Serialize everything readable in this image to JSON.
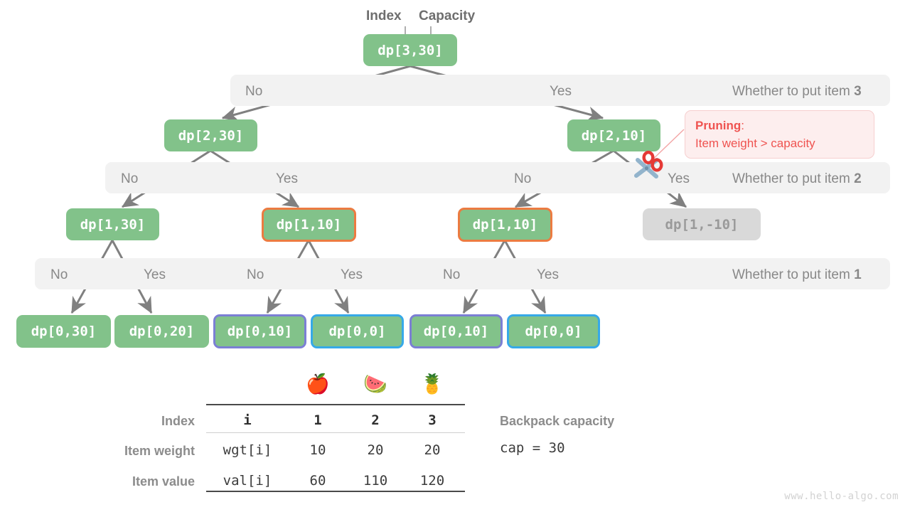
{
  "annotations": {
    "index_label": "Index",
    "capacity_label": "Capacity"
  },
  "tree": {
    "root": {
      "label": "dp[3,30]"
    },
    "level2": [
      {
        "label": "dp[2,30]"
      },
      {
        "label": "dp[2,10]"
      }
    ],
    "level3": [
      {
        "label": "dp[1,30]",
        "style": "plain"
      },
      {
        "label": "dp[1,10]",
        "style": "orange"
      },
      {
        "label": "dp[1,10]",
        "style": "orange"
      },
      {
        "label": "dp[1,-10]",
        "style": "dim"
      }
    ],
    "leaves": [
      {
        "label": "dp[0,30]",
        "style": "plain"
      },
      {
        "label": "dp[0,20]",
        "style": "plain"
      },
      {
        "label": "dp[0,10]",
        "style": "purple"
      },
      {
        "label": "dp[0,0]",
        "style": "blue"
      },
      {
        "label": "dp[0,10]",
        "style": "purple"
      },
      {
        "label": "dp[0,0]",
        "style": "blue"
      }
    ]
  },
  "bands": [
    {
      "question_prefix": "Whether to put item ",
      "question_item": "3",
      "choices": [
        "No",
        "Yes"
      ]
    },
    {
      "question_prefix": "Whether to put item ",
      "question_item": "2",
      "choices": [
        "No",
        "Yes",
        "No",
        "Yes"
      ]
    },
    {
      "question_prefix": "Whether to put item ",
      "question_item": "1",
      "choices": [
        "No",
        "Yes",
        "No",
        "Yes",
        "No",
        "Yes"
      ]
    }
  ],
  "pruning": {
    "title": "Pruning",
    "title_suffix": ":",
    "text": "Item weight > capacity",
    "icon": "scissors-icon",
    "color": "#ef5350"
  },
  "table": {
    "emoji_headers": [
      "🍎",
      "🍉",
      "🍍"
    ],
    "row_labels": [
      "Index",
      "Item weight",
      "Item value"
    ],
    "key_column": [
      "i",
      "wgt[i]",
      "val[i]"
    ],
    "rows": [
      [
        "1",
        "2",
        "3"
      ],
      [
        "10",
        "20",
        "20"
      ],
      [
        "60",
        "110",
        "120"
      ]
    ]
  },
  "capacity": {
    "title": "Backpack capacity",
    "value": "cap = 30"
  },
  "watermark": "www.hello-algo.com",
  "colors": {
    "node_green": "#82c28a",
    "node_dim": "#d9d9d9",
    "highlight_orange": "#ec7b41",
    "highlight_purple": "#7b7fd4",
    "highlight_blue": "#36a9e8",
    "band_bg": "#f2f2f2",
    "arrow_gray": "#808080",
    "prune_red": "#ef5350"
  }
}
